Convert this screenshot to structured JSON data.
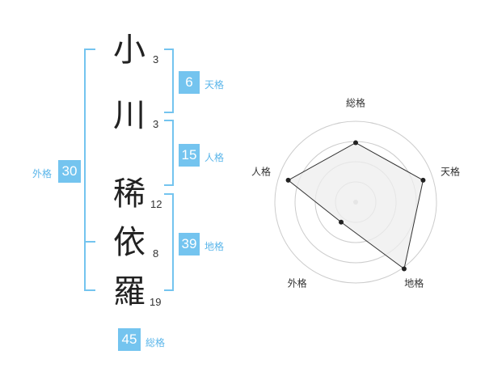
{
  "name": {
    "chars": [
      {
        "char": "小",
        "strokes": "3"
      },
      {
        "char": "川",
        "strokes": "3"
      },
      {
        "char": "稀",
        "strokes": "12"
      },
      {
        "char": "依",
        "strokes": "8"
      },
      {
        "char": "羅",
        "strokes": "19"
      }
    ]
  },
  "kaku": {
    "tenkaku": {
      "value": "6",
      "label": "天格"
    },
    "jinkaku": {
      "value": "15",
      "label": "人格"
    },
    "chikaku": {
      "value": "39",
      "label": "地格"
    },
    "gaikaku": {
      "value": "30",
      "label": "外格"
    },
    "soukaku": {
      "value": "45",
      "label": "総格"
    }
  },
  "colors": {
    "accent": "#74c4ef",
    "label_blue": "#5bb6ea",
    "radar_fill": "#eeeeee"
  },
  "chart_data": {
    "type": "radar",
    "axes": [
      "総格",
      "天格",
      "地格",
      "外格",
      "人格"
    ],
    "values": [
      0.72,
      0.86,
      1.0,
      0.3,
      0.86
    ],
    "rings": 4
  }
}
